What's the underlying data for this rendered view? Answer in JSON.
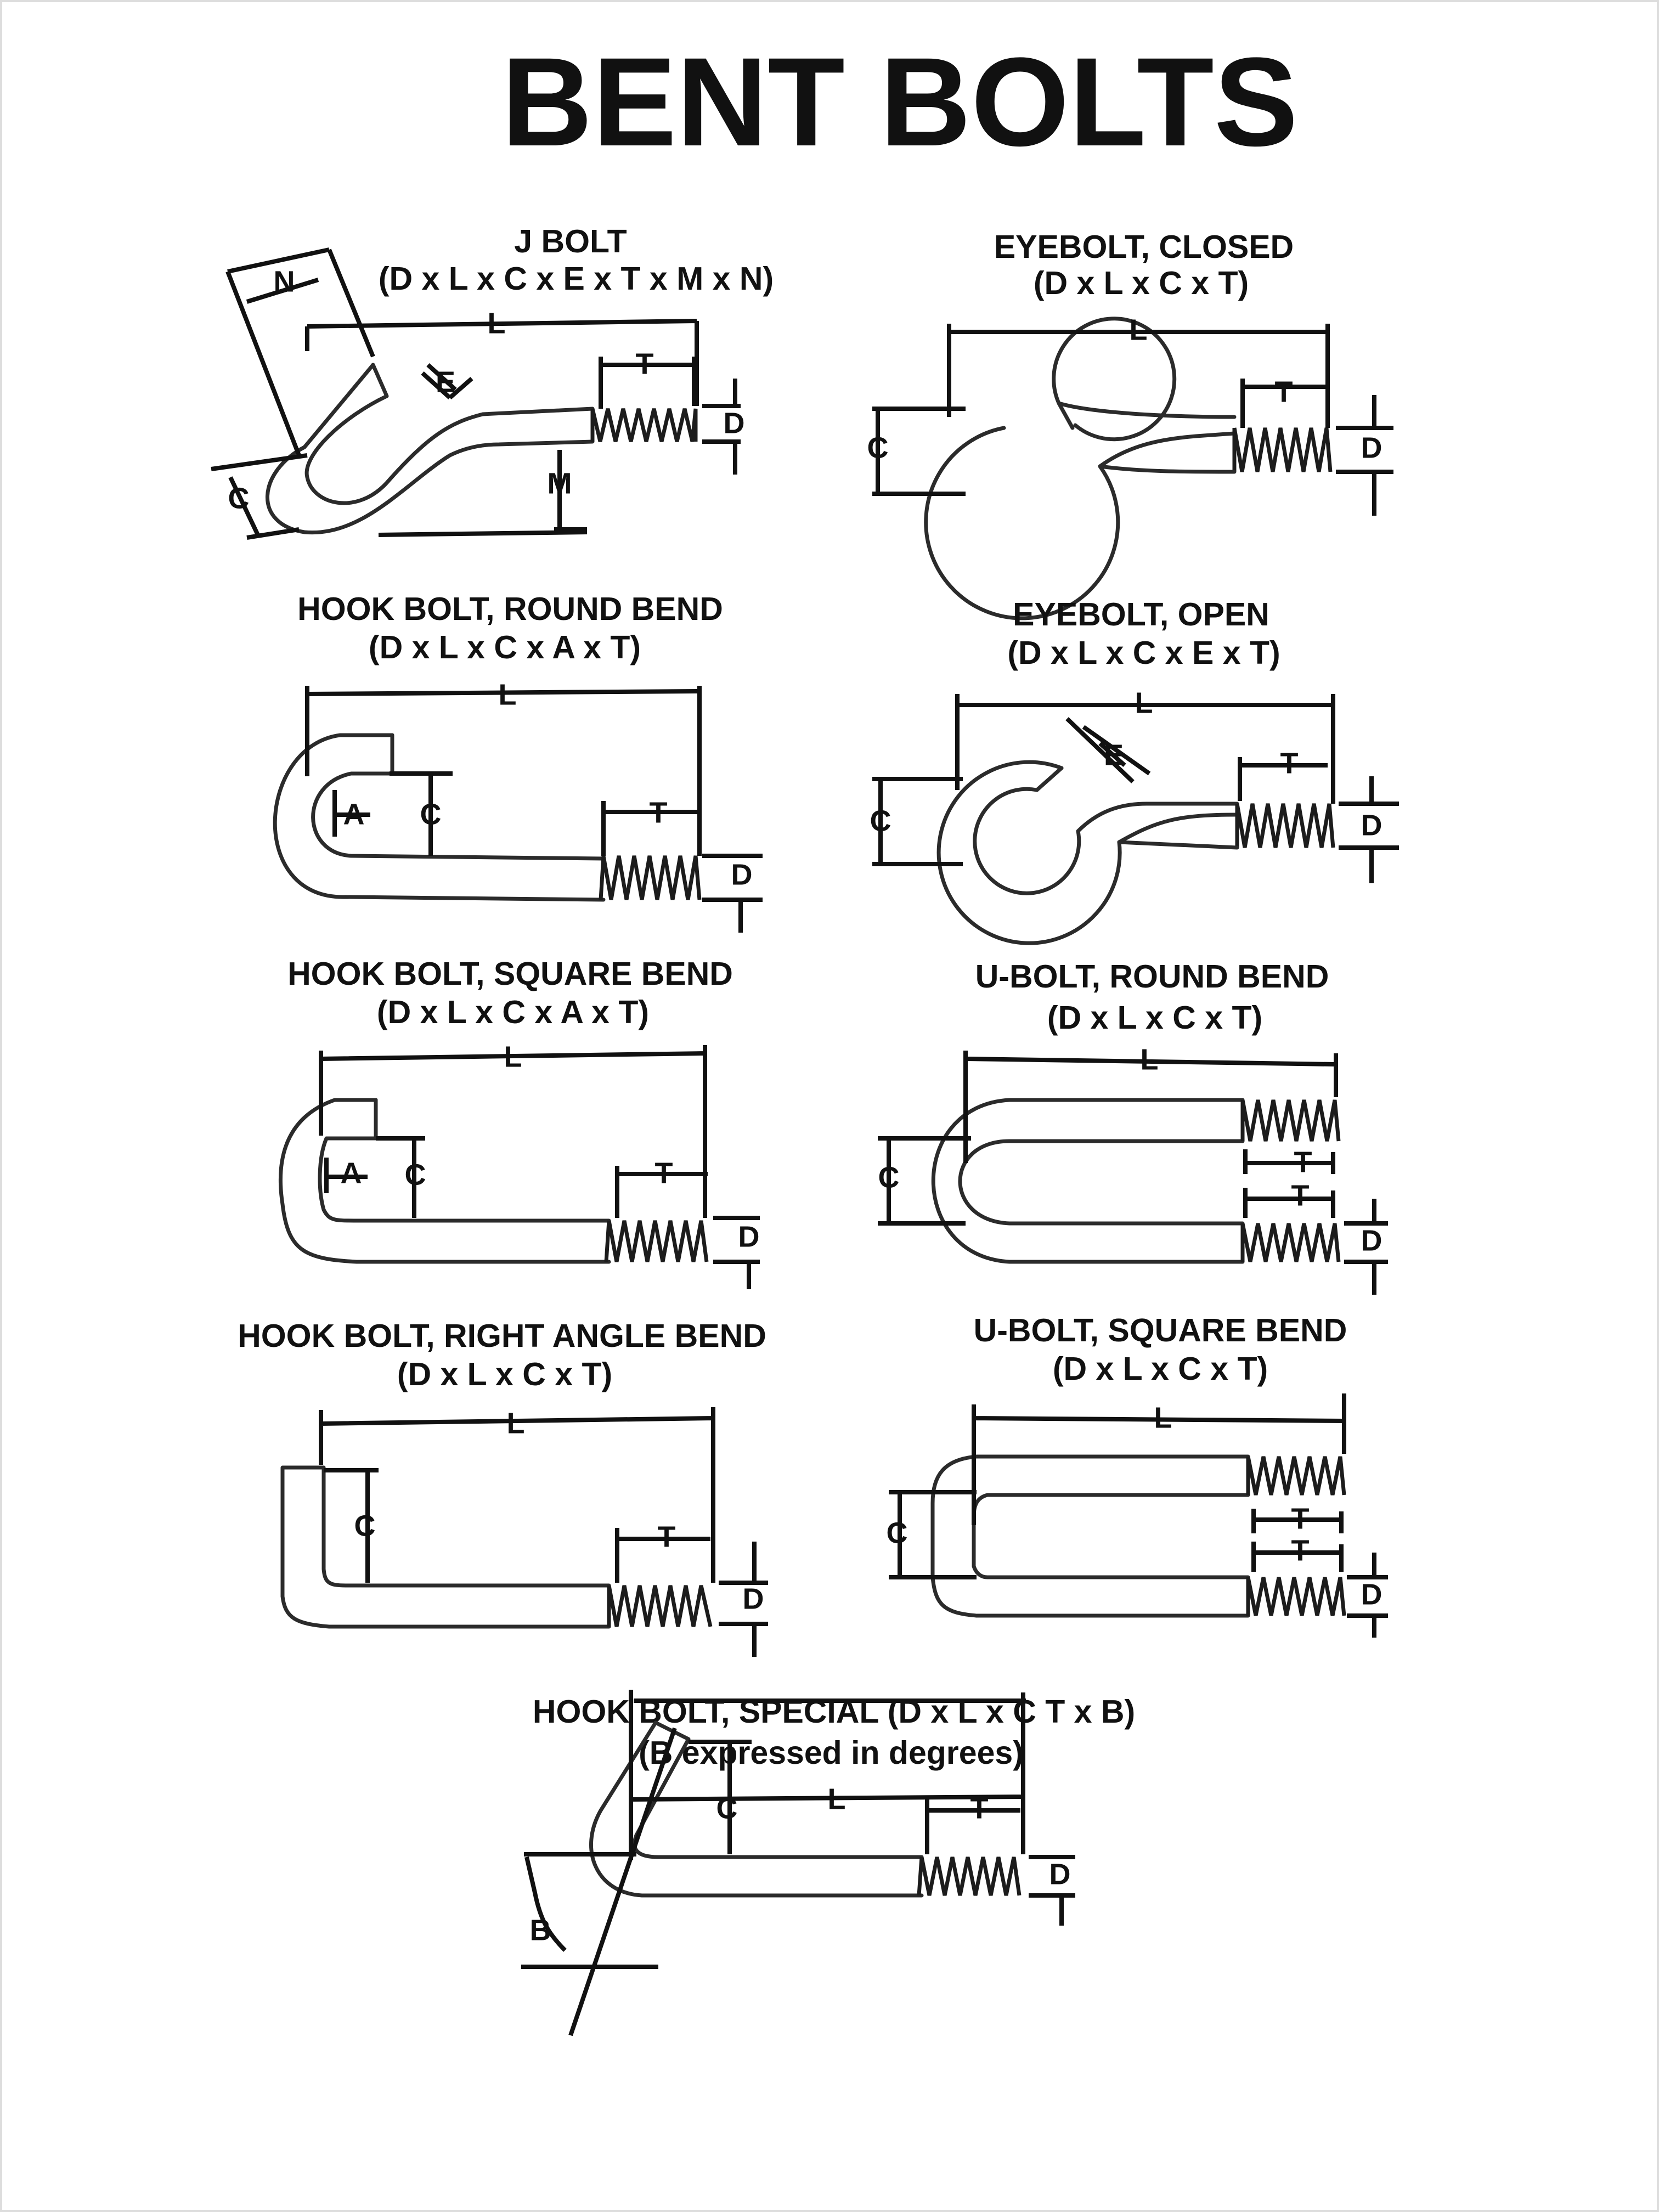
{
  "title": "BENT BOLTS",
  "diagrams": {
    "j_bolt": {
      "name": "J BOLT",
      "spec": "(D x L x C x E x T x M x N)",
      "labels": {
        "N": "N",
        "L": "L",
        "E": "E",
        "T": "T",
        "D": "D",
        "C": "C",
        "M": "M"
      }
    },
    "eyebolt_closed": {
      "name": "EYEBOLT, CLOSED",
      "spec": "(D x L x C x T)",
      "labels": {
        "L": "L",
        "T": "T",
        "C": "C",
        "D": "D"
      }
    },
    "hook_round": {
      "name": "HOOK BOLT, ROUND BEND",
      "spec": "(D x L x C x A x T)",
      "labels": {
        "L": "L",
        "A": "A",
        "C": "C",
        "T": "T",
        "D": "D"
      }
    },
    "eyebolt_open": {
      "name": "EYEBOLT, OPEN",
      "spec": "(D x L x C x E x T)",
      "labels": {
        "L": "L",
        "E": "E",
        "T": "T",
        "C": "C",
        "D": "D"
      }
    },
    "hook_square": {
      "name": "HOOK BOLT, SQUARE BEND",
      "spec": "(D x L x C x A x T)",
      "labels": {
        "L": "L",
        "A": "A",
        "C": "C",
        "T": "T",
        "D": "D"
      }
    },
    "ubolt_round": {
      "name": "U-BOLT, ROUND BEND",
      "spec": "(D x L x C x T)",
      "labels": {
        "L": "L",
        "C": "C",
        "T1": "T",
        "T2": "T",
        "D": "D"
      }
    },
    "hook_right": {
      "name": "HOOK BOLT, RIGHT ANGLE BEND",
      "spec": "(D x L x C x T)",
      "labels": {
        "L": "L",
        "C": "C",
        "T": "T",
        "D": "D"
      }
    },
    "ubolt_square": {
      "name": "U-BOLT, SQUARE BEND",
      "spec": "(D x L x C x T)",
      "labels": {
        "L": "L",
        "C": "C",
        "T1": "T",
        "T2": "T",
        "D": "D"
      }
    },
    "hook_special": {
      "name": "HOOK BOLT, SPECIAL (D x L x C T x B)",
      "spec": "(B expressed in degrees)",
      "labels": {
        "L": "L",
        "C": "C",
        "T": "T",
        "D": "D",
        "B": "B"
      }
    }
  }
}
